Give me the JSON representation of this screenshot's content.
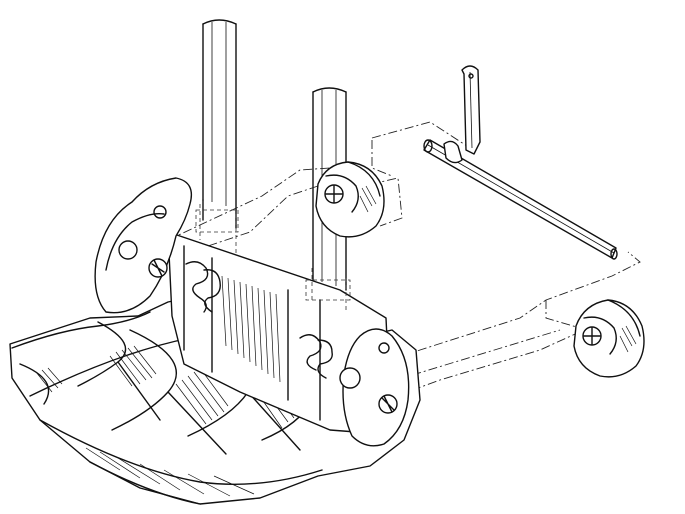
{
  "figure": {
    "parts": [
      {
        "name": "left-upright-rod",
        "kind": "post"
      },
      {
        "name": "right-upright-rod",
        "kind": "post"
      },
      {
        "name": "carriage-tray",
        "kind": "body"
      },
      {
        "name": "upper-wheel",
        "kind": "roller"
      },
      {
        "name": "lower-wheel",
        "kind": "roller"
      },
      {
        "name": "crank-axle",
        "kind": "axle"
      }
    ],
    "line_color": "#111111",
    "background": "#ffffff"
  }
}
